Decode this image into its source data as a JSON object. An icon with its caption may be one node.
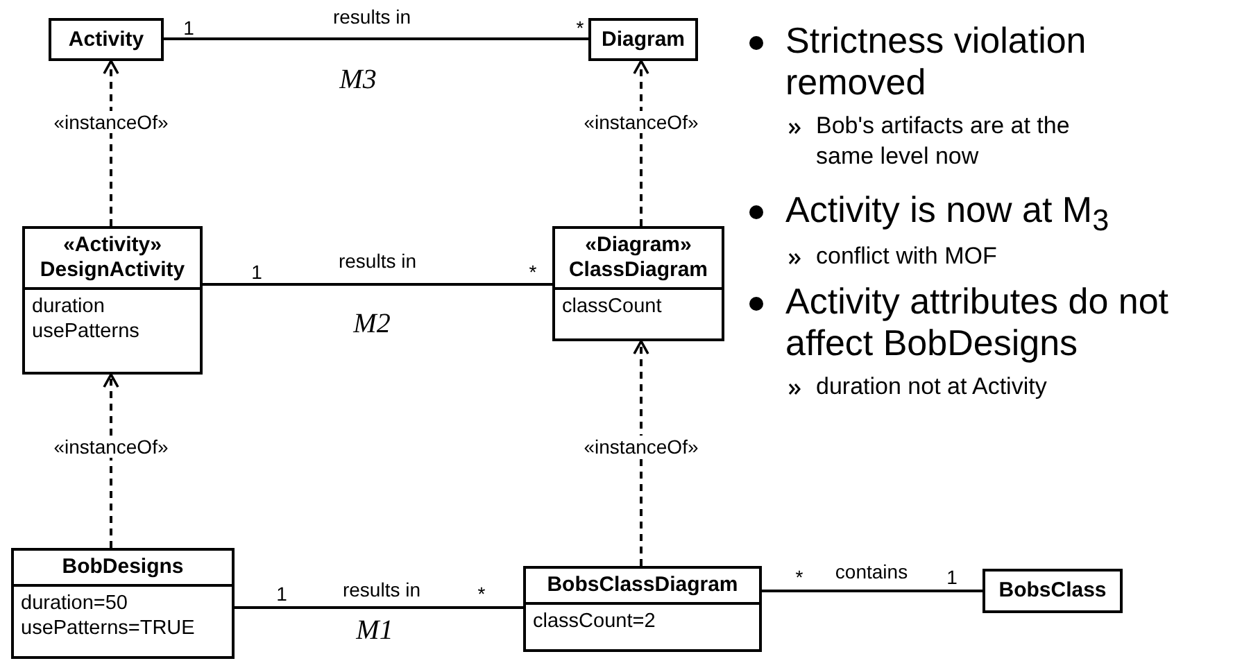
{
  "diagram": {
    "nodes": [
      {
        "text": [
          "Activity"
        ]
      },
      {
        "text": [
          "Diagram"
        ]
      },
      {
        "text": [
          "«Activity»",
          "DesignActivity",
          "duration",
          "usePatterns"
        ]
      },
      {
        "text": [
          "«Diagram»",
          "ClassDiagram",
          "classCount"
        ]
      },
      {
        "text": [
          "BobDesigns",
          "duration=50",
          "usePatterns=TRUE"
        ]
      },
      {
        "text": [
          "BobsClassDiagram",
          "classCount=2"
        ]
      },
      {
        "text": [
          "BobsClass"
        ]
      }
    ],
    "edges": [
      {
        "from": 0,
        "to": 1,
        "arrow": "none",
        "label": "results in"
      },
      {
        "from": 2,
        "to": 0,
        "arrow": "to",
        "style": "dashed",
        "label": "«instanceOf»"
      },
      {
        "from": 3,
        "to": 1,
        "arrow": "to",
        "style": "dashed",
        "label": "«instanceOf»"
      },
      {
        "from": 2,
        "to": 3,
        "arrow": "none",
        "label": "results in"
      },
      {
        "from": 4,
        "to": 2,
        "arrow": "to",
        "style": "dashed",
        "label": "«instanceOf»"
      },
      {
        "from": 5,
        "to": 3,
        "arrow": "to",
        "style": "dashed",
        "label": "«instanceOf»"
      },
      {
        "from": 4,
        "to": 5,
        "arrow": "none",
        "label": "results in"
      },
      {
        "from": 5,
        "to": 6,
        "arrow": "none",
        "label": "contains"
      }
    ],
    "labels": [
      "1",
      "*",
      "M3",
      "1",
      "*",
      "M2",
      "1",
      "*",
      "M1",
      "*",
      "1",
      "Strictness violation removed",
      "Bob's artifacts are at the same level now",
      "Activity is now at M$_{3}$",
      "conflict with MOF",
      "Activity attributes do not affect BobDesigns",
      "duration not at Activity"
    ]
  }
}
